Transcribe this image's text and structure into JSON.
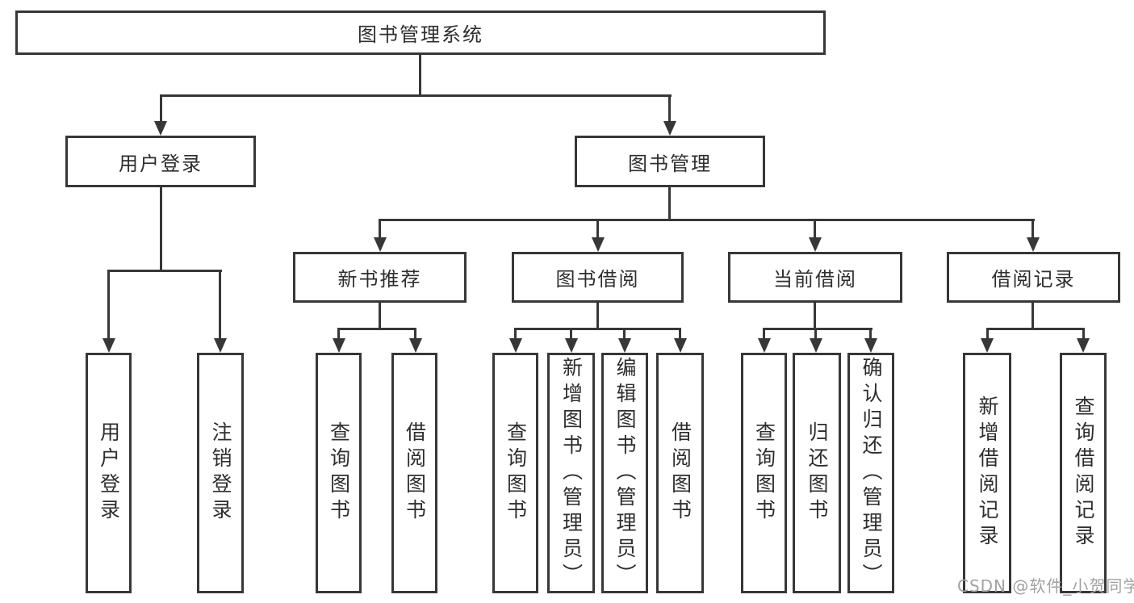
{
  "diagram": {
    "watermark": "CSDN @软件_小贺同学",
    "colors": {
      "line": "#373737",
      "text": "#2e2e2e",
      "watermark": "#a2a2a2",
      "background": "#ffffff"
    },
    "tree": {
      "label": "图书管理系统",
      "children": [
        {
          "label": "用户登录",
          "children": [
            {
              "label": "用户登录"
            },
            {
              "label": "注销登录"
            }
          ]
        },
        {
          "label": "图书管理",
          "children": [
            {
              "label": "新书推荐",
              "children": [
                {
                  "label": "查询图书"
                },
                {
                  "label": "借阅图书"
                }
              ]
            },
            {
              "label": "图书借阅",
              "children": [
                {
                  "label": "查询图书"
                },
                {
                  "label": "新增图书（管理员）"
                },
                {
                  "label": "编辑图书（管理员）"
                },
                {
                  "label": "借阅图书"
                }
              ]
            },
            {
              "label": "当前借阅",
              "children": [
                {
                  "label": "查询图书"
                },
                {
                  "label": "归还图书"
                },
                {
                  "label": "确认归还（管理员）"
                }
              ]
            },
            {
              "label": "借阅记录",
              "children": [
                {
                  "label": "新增借阅记录"
                },
                {
                  "label": "查询借阅记录"
                }
              ]
            }
          ]
        }
      ]
    }
  }
}
